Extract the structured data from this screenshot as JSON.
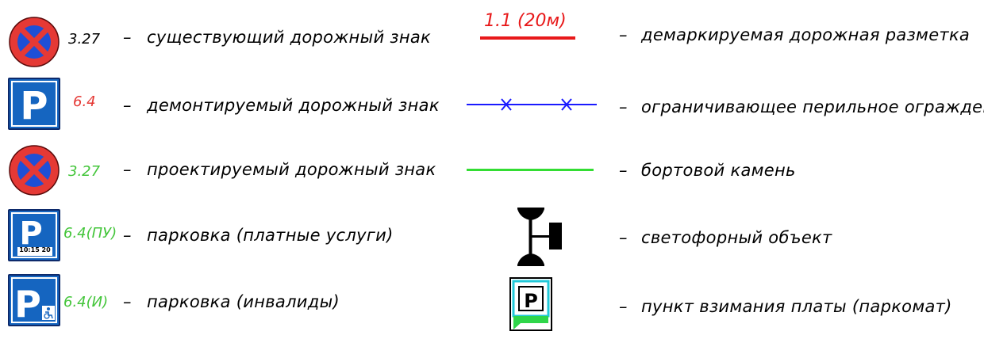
{
  "legend_left": [
    {
      "code": "3.27",
      "code_color": "#000000",
      "dash": "–",
      "desc": "существующий дорожный знак",
      "icon": "no-stopping-sign-icon"
    },
    {
      "code": "6.4",
      "code_color": "#e53935",
      "dash": "–",
      "desc": "демонтируемый дорожный знак",
      "icon": "parking-sign-icon"
    },
    {
      "code": "3.27",
      "code_color": "#43c53a",
      "dash": "–",
      "desc": "проектируемый дорожный знак",
      "icon": "no-stopping-sign-icon"
    },
    {
      "code": "6.4(ПУ)",
      "code_color": "#43c53a",
      "dash": "–",
      "desc": "парковка (платные услуги)",
      "icon": "paid-parking-sign-icon",
      "plate_text": "10:15 20"
    },
    {
      "code": "6.4(И)",
      "code_color": "#43c53a",
      "dash": "–",
      "desc": "парковка (инвалиды)",
      "icon": "disabled-parking-sign-icon"
    }
  ],
  "legend_right": [
    {
      "symbol_label": "1.1 (20м)",
      "dash": "–",
      "desc": "демаркируемая дорожная разметка",
      "icon": "removed-marking-line-icon",
      "color": "#e8191a"
    },
    {
      "dash": "–",
      "desc": "ограничивающее перильное ограждение",
      "icon": "railing-fence-line-icon",
      "color": "#1a1aff"
    },
    {
      "dash": "–",
      "desc": "бортовой камень",
      "icon": "curb-stone-line-icon",
      "color": "#33dd33"
    },
    {
      "dash": "–",
      "desc": "светофорный объект",
      "icon": "traffic-light-icon",
      "color": "#000000"
    },
    {
      "dash": "–",
      "desc": "пункт взимания платы (паркомат)",
      "icon": "parking-meter-icon",
      "letter": "P"
    }
  ],
  "colors": {
    "sign_blue": "#1565c0",
    "sign_red": "#e53935",
    "new_green": "#43c53a",
    "removed_red": "#e53935"
  }
}
